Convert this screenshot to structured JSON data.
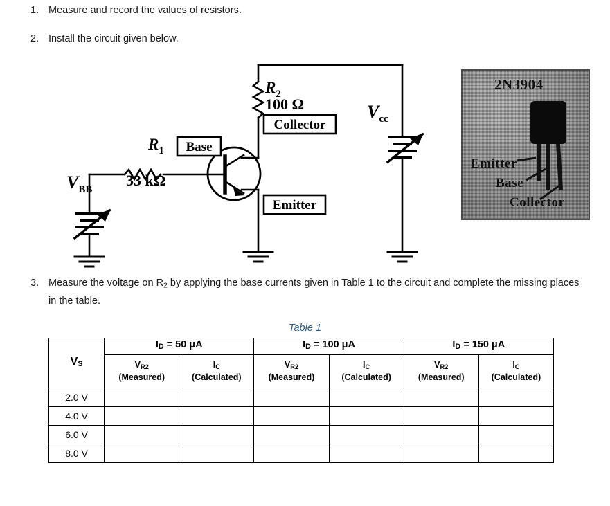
{
  "steps": [
    {
      "number": "1.",
      "text_before": "Measure and record the values of resistors.",
      "text_after": ""
    },
    {
      "number": "2.",
      "text_before": "Install the circuit given below.",
      "text_after": ""
    },
    {
      "number": "3.",
      "text_before": "Measure the voltage on R",
      "sub": "2",
      "text_after": " by applying the base currents given in Table 1 to the circuit and complete the missing places in the table."
    }
  ],
  "circuit": {
    "r1_name": "R",
    "r1_sub": "1",
    "r1_value": "33 kΩ",
    "r2_name": "R",
    "r2_sub": "2",
    "r2_value": "100 Ω",
    "vbb_name": "V",
    "vbb_sub": "BB",
    "vcc_name": "V",
    "vcc_sub": "cc",
    "label_base": "Base",
    "label_collector": "Collector",
    "label_emitter": "Emitter"
  },
  "photo": {
    "part_number": "2N3904",
    "emitter": "Emitter",
    "base": "Base",
    "collector": "Collector"
  },
  "table": {
    "caption": "Table 1",
    "vs_header": "V",
    "vs_header_sub": "S",
    "groups": [
      {
        "label_prefix": "I",
        "label_sub": "D",
        "label_suffix": " = 50 μA"
      },
      {
        "label_prefix": "I",
        "label_sub": "D",
        "label_suffix": " = 100 μA"
      },
      {
        "label_prefix": "I",
        "label_sub": "D",
        "label_suffix": " = 150 μA"
      }
    ],
    "subheaders": [
      {
        "symbol": "V",
        "symbol_sub": "R2",
        "qualifier": "(Measured)"
      },
      {
        "symbol": "I",
        "symbol_sub": "C",
        "qualifier": "(Calculated)"
      },
      {
        "symbol": "V",
        "symbol_sub": "R2",
        "qualifier": "(Measured)"
      },
      {
        "symbol": "I",
        "symbol_sub": "C",
        "qualifier": "(Calculated)"
      },
      {
        "symbol": "V",
        "symbol_sub": "R2",
        "qualifier": "(Measured)"
      },
      {
        "symbol": "I",
        "symbol_sub": "C",
        "qualifier": "(Calculated)"
      }
    ],
    "rows": [
      {
        "vs": "2.0 V",
        "cells": [
          "",
          "",
          "",
          "",
          "",
          ""
        ]
      },
      {
        "vs": "4.0 V",
        "cells": [
          "",
          "",
          "",
          "",
          "",
          ""
        ]
      },
      {
        "vs": "6.0 V",
        "cells": [
          "",
          "",
          "",
          "",
          "",
          ""
        ]
      },
      {
        "vs": "8.0 V",
        "cells": [
          "",
          "",
          "",
          "",
          "",
          ""
        ]
      }
    ]
  },
  "colors": {
    "caption": "#2e5b8a",
    "text": "#1a1a1a",
    "rule": "#000000",
    "photo_bg": "#9c9c9c"
  }
}
